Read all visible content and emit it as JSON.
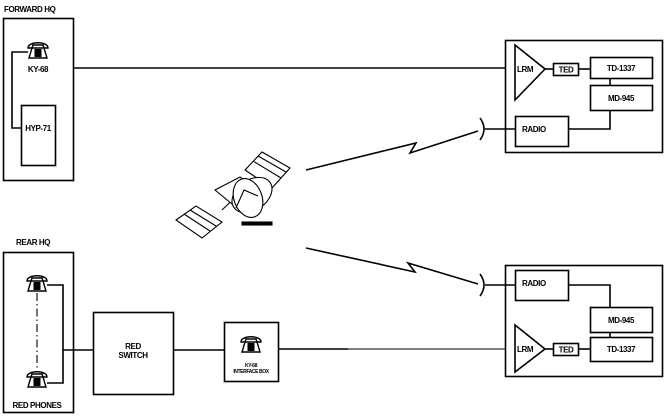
{
  "diagram": {
    "forward_hq": {
      "title": "FORWARD HQ",
      "phone_label": "KY-68",
      "device_label": "HYP-71"
    },
    "rear_hq": {
      "title": "REAR HQ",
      "phones_label": "RED PHONES"
    },
    "red_switch": {
      "line1": "RED",
      "line2": "SWITCH"
    },
    "interface_box": {
      "line1": "KY-68",
      "line2": "INTERFACE BOX"
    },
    "terminal_top": {
      "lrm": "LRM",
      "ted": "TED",
      "td": "TD-1337",
      "md": "MD-945",
      "radio": "RADIO"
    },
    "terminal_bottom": {
      "radio": "RADIO",
      "md": "MD-945",
      "lrm": "LRM",
      "ted": "TED",
      "td": "TD-1337"
    },
    "satellite": "satellite-icon",
    "colors": {
      "line": "#000000",
      "background": "#ffffff"
    }
  }
}
